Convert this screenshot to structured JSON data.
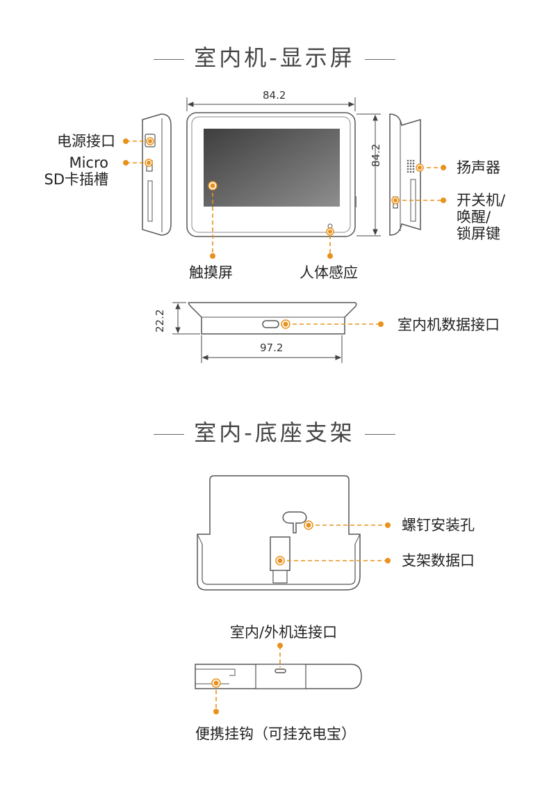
{
  "sections": {
    "display_title": "室内机-显示屏",
    "bracket_title": "室内-底座支架"
  },
  "dimensions": {
    "width_top": "84.2",
    "height_right": "84.2",
    "depth": "22.2",
    "base_width": "97.2"
  },
  "labels": {
    "power_port": "电源接口",
    "micro_sd_line1": "Micro",
    "micro_sd_line2": "SD卡插槽",
    "speaker": "扬声器",
    "power_switch_line1": "开关机/",
    "power_switch_line2": "唤醒/",
    "power_switch_line3": "锁屏键",
    "touchscreen": "触摸屏",
    "body_sensor": "人体感应",
    "indoor_data_port": "室内机数据接口",
    "screw_hole": "螺钉安装孔",
    "bracket_data_port": "支架数据口",
    "indoor_outdoor_port": "室内/外机连接口",
    "portable_hook": "便携挂钩（可挂充电宝）"
  },
  "colors": {
    "accent": "#E8911C",
    "outline": "#555555",
    "screen_dark": "#4a4a4a",
    "screen_light": "#8a8a8a"
  }
}
